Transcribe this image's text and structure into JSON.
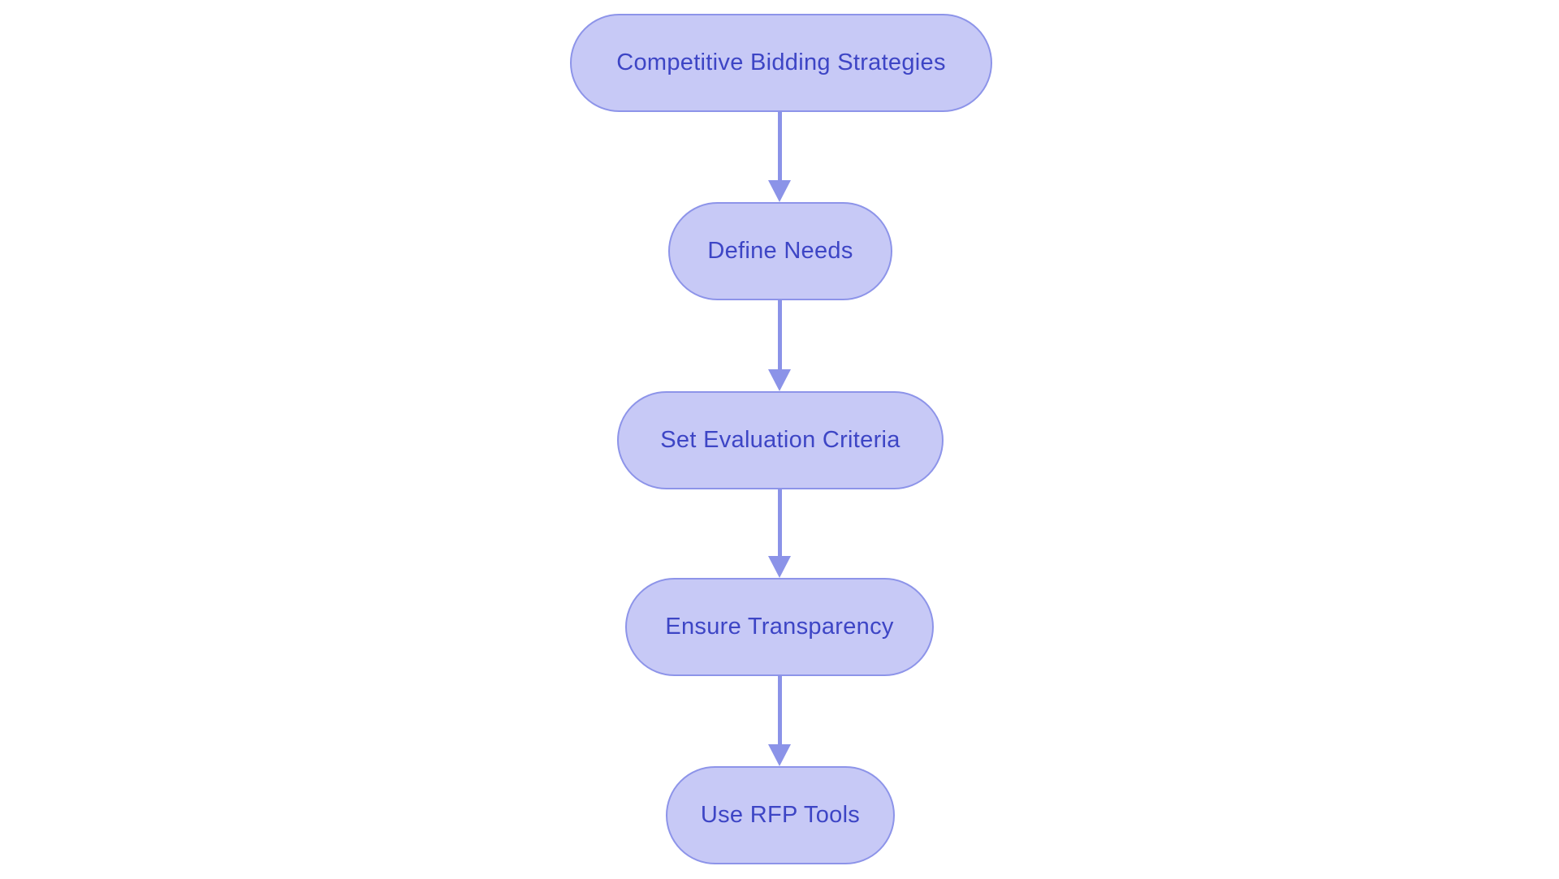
{
  "diagram": {
    "type": "flowchart",
    "direction": "top-down",
    "nodes": [
      {
        "id": "n1",
        "shape": "stadium",
        "label": "Competitive Bidding Strategies"
      },
      {
        "id": "n2",
        "shape": "stadium",
        "label": "Define Needs"
      },
      {
        "id": "n3",
        "shape": "stadium",
        "label": "Set Evaluation Criteria"
      },
      {
        "id": "n4",
        "shape": "stadium",
        "label": "Ensure Transparency"
      },
      {
        "id": "n5",
        "shape": "stadium",
        "label": "Use RFP Tools"
      }
    ],
    "edges": [
      {
        "from": "n1",
        "to": "n2",
        "style": "arrow-down"
      },
      {
        "from": "n2",
        "to": "n3",
        "style": "arrow-down"
      },
      {
        "from": "n3",
        "to": "n4",
        "style": "arrow-down"
      },
      {
        "from": "n4",
        "to": "n5",
        "style": "arrow-down"
      }
    ],
    "colors": {
      "node_fill": "#c7c9f6",
      "node_border": "#8d94e9",
      "node_text": "#3d45c5",
      "arrow": "#8b93e8",
      "background": "#ffffff"
    }
  }
}
